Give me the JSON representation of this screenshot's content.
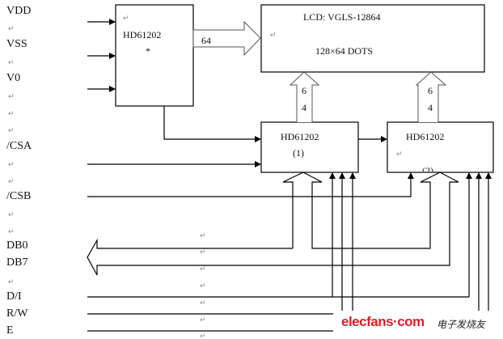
{
  "signals": {
    "vdd": "VDD",
    "vss": "VSS",
    "v0": "V0",
    "csa": "/CSA",
    "csb": "/CSB",
    "db0": "DB0",
    "db7": "DB7",
    "di": "D/I",
    "rw": "R/W",
    "e": "E"
  },
  "driver_common": {
    "name": "HD61202",
    "mark": "*"
  },
  "bus_main": {
    "width": "64"
  },
  "lcd": {
    "title": "LCD: VGLS-12864",
    "resolution": "128×64 DOTS"
  },
  "bus_1": {
    "d1": "6",
    "d2": "4"
  },
  "bus_2": {
    "d1": "6",
    "d2": "4"
  },
  "driver_1": {
    "name": "HD61202",
    "index": "(1)"
  },
  "driver_2": {
    "name": "HD61202",
    "index": "(2)"
  },
  "return_mark": "↵",
  "watermark": {
    "site": "elecfans·com",
    "cn": "电子发烧友"
  }
}
